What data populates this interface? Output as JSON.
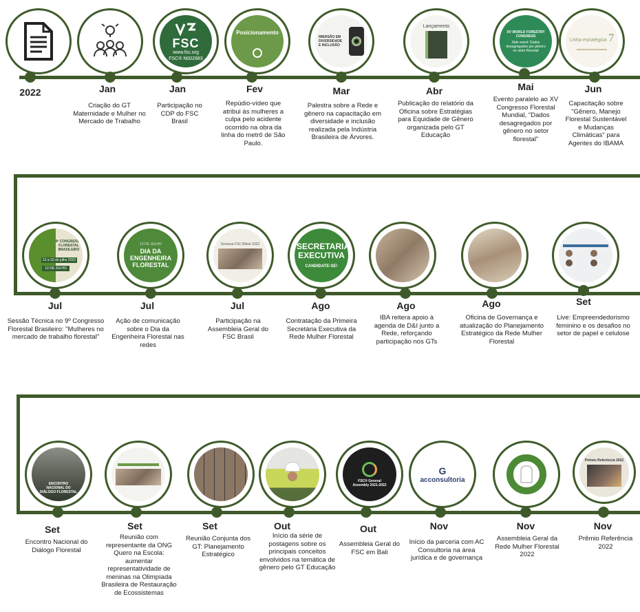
{
  "row1": {
    "year": "2022",
    "items": [
      {
        "month": "Jan",
        "desc": "Criação do GT Maternidade e Mulher no Mercado de Trabalho"
      },
      {
        "month": "Jan",
        "desc": "Participação no CDP do FSC Brasil"
      },
      {
        "month": "Fev",
        "desc": "Repúdio-vídeo que atribui às mulheres a culpa pelo acidente ocorrido na obra da linha do metrô de São Paulo."
      },
      {
        "month": "Mar",
        "desc": "Palestra sobre a Rede e gênero na capacitação em diversidade e inclusão realizada pela Indústria Brasileira de Árvores."
      },
      {
        "month": "Abr",
        "desc": "Publicação do relatório da Oficina sobre Estratégias para Equidade de Gênero organizada pelo GT Educação"
      },
      {
        "month": "Mai",
        "desc": "Evento paralelo ao XV Congresso Florestal Mundial, \"Dados desagregados por gênero no setor florestal\""
      },
      {
        "month": "Jun",
        "desc": "Capacitação sobre \"Gênero, Manejo Florestal Sustentável e Mudanças Climáticas\" para Agentes do IBAMA"
      }
    ]
  },
  "row2": {
    "items": [
      {
        "month": "Jul",
        "desc": "Sessão Técnica no 9º Congresso Florestal Brasileiro: \"Mulheres no mercado de trabalho florestal\""
      },
      {
        "month": "Jul",
        "desc": "Ação de comunicação sobre o Dia da Engenheira Florestal nas redes"
      },
      {
        "month": "Jul",
        "desc": "Participação na Assembleia Geral do FSC Brasil"
      },
      {
        "month": "Ago",
        "desc": "Contratação da Primeira Secretária Executiva da Rede Mulher Florestal"
      },
      {
        "month": "Ago",
        "desc": "IBA reitera apoio à agenda de D&I junto a Rede, reforçando participação nos GTs"
      },
      {
        "month": "Ago",
        "desc": "Oficina de Governança e atualização do Planejamento Estratégico da Rede Mulher Florestal"
      },
      {
        "month": "Set",
        "desc": "Live: Empreendedorismo feminino e os desafios no setor de papel e celulose"
      }
    ]
  },
  "row3": {
    "items": [
      {
        "month": "Set",
        "desc": "Encontro Nacional do Diálogo Florestal"
      },
      {
        "month": "Set",
        "desc": "Reunião com representante da ONG Quero na Escola: aumentar representatividade de meninas na Olimpíada Brasileira de Restauração de Ecossistemas"
      },
      {
        "month": "Set",
        "desc": "Reunião Conjunta dos GT: Planejamento Estratégico"
      },
      {
        "month": "Out",
        "desc": "Início da série de postagens sobre os principais conceitos envolvidos na temática de gênero pelo GT Educação"
      },
      {
        "month": "Out",
        "desc": "Assembleia Geral do FSC em Bali"
      },
      {
        "month": "Nov",
        "desc": "Início da parceria com AC Consultoria na área jurídica e de governança"
      },
      {
        "month": "Nov",
        "desc": "Assembleia Geral da Rede Mulher Florestal 2022"
      },
      {
        "month": "Nov",
        "desc": "Prêmio Referência 2022"
      }
    ]
  },
  "images": {
    "fsc_logo_text": "FSC",
    "fsc_url": "www.fsc.org",
    "fsc_code": "FSC® N002883",
    "posicionamento": "Posicionamento",
    "imersao": "IMERSÃO EM DIVERSIDADE E INCLUSÃO",
    "lancamento": "Lançamento",
    "congress_title": "XV WORLD FORESTRY CONGRESS",
    "congress_sub": "Side event: Dados desagregados por gênero no setor florestal",
    "linha": "Linha estratégica",
    "linha_num": "7",
    "cfb_title": "9º CONGRESSO FLORESTAL BRASILEIRO",
    "cfb_date": "12 a 15 de julho 2022",
    "cfb_day": "13 DE JULHO",
    "dia_small": "13 DE JULHO",
    "dia_title": "DIA DA ENGENHEIRA FLORESTAL",
    "fsc_bifest": "Semana FSC Bifest 2022",
    "secretaria": "SECRETARIA EXECUTIVA",
    "candidate": "CANDIDATE-SE!",
    "encontro": "ENCONTRO NACIONAL DO DIÁLOGO FLORESTAL",
    "assembly": "FSC® General Assembly 2021-2022",
    "ac_logo": "acconsultoria",
    "premio": "Prêmio Referência 2022"
  },
  "colors": {
    "accent": "#3f5a2a",
    "green": "#3d7a3a"
  }
}
